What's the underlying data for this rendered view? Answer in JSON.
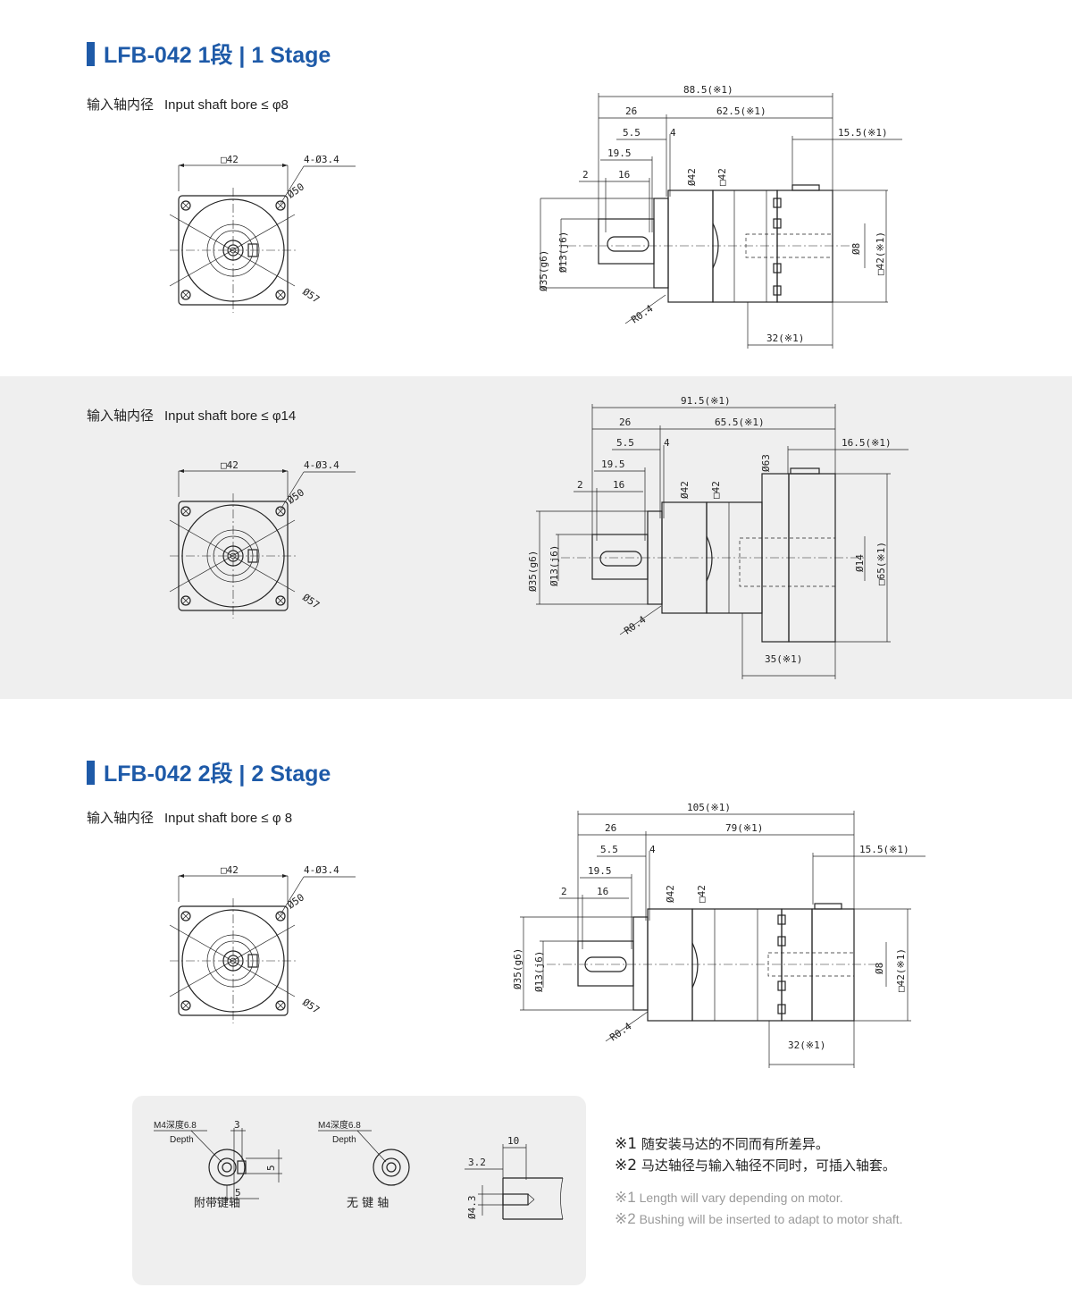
{
  "sections": [
    {
      "title": "LFB-042  1段  | 1 Stage"
    },
    {
      "title": "LFB-042  2段  | 2 Stage"
    }
  ],
  "bores": [
    {
      "cn": "输入轴内径",
      "en": "Input shaft bore  ≤ φ8"
    },
    {
      "cn": "输入轴内径",
      "en": "Input shaft bore  ≤ φ14"
    },
    {
      "cn": "输入轴内径",
      "en": "Input shaft bore  ≤ φ 8"
    }
  ],
  "front": {
    "sq": "□42",
    "holes": "4-Ø3.4",
    "d50": "Ø50",
    "d57": "Ø57"
  },
  "side1": {
    "total": "88.5(※1)",
    "l26": "26",
    "body": "62.5(※1)",
    "l55": "5.5",
    "l4": "4",
    "l195": "19.5",
    "l2": "2",
    "l16": "16",
    "d42": "Ø42",
    "sq42": "□42",
    "end": "15.5(※1)",
    "d35": "Ø35(g6)",
    "d13": "Ø13(j6)",
    "r04": "R0.4",
    "bore": "Ø8",
    "flange": "□42(※1)",
    "len": "32(※1)"
  },
  "side2": {
    "total": "91.5(※1)",
    "l26": "26",
    "body": "65.5(※1)",
    "l55": "5.5",
    "l4": "4",
    "l195": "19.5",
    "l2": "2",
    "l16": "16",
    "d42": "Ø42",
    "sq42": "□42",
    "d63": "Ø63",
    "end": "16.5(※1)",
    "d35": "Ø35(g6)",
    "d13": "Ø13(j6)",
    "r04": "R0.4",
    "bore": "Ø14",
    "flange": "□65(※1)",
    "len": "35(※1)"
  },
  "side3": {
    "total": "105(※1)",
    "l26": "26",
    "body": "79(※1)",
    "l55": "5.5",
    "l4": "4",
    "l195": "19.5",
    "l2": "2",
    "l16": "16",
    "d42": "Ø42",
    "sq42": "□42",
    "end": "15.5(※1)",
    "d35": "Ø35(g6)",
    "d13": "Ø13(j6)",
    "r04": "R0.4",
    "bore": "Ø8",
    "flange": "□42(※1)",
    "len": "32(※1)"
  },
  "detail": {
    "m4": "M4深度6.8",
    "depth": "Depth",
    "k3": "3",
    "k5a": "5",
    "k5b": "5",
    "keyed": "附带键轴",
    "nokey": "无 键 轴",
    "d10": "10",
    "d32": "3.2",
    "d43": "Ø4.3"
  },
  "notes": {
    "sym1": "※1",
    "sym2": "※2",
    "cn1": "随安装马达的不同而有所差异。",
    "cn2": "马达轴径与输入轴径不同时，可插入轴套。",
    "en1": "Length will vary depending on motor.",
    "en2": "Bushing will be inserted to adapt to motor shaft."
  }
}
